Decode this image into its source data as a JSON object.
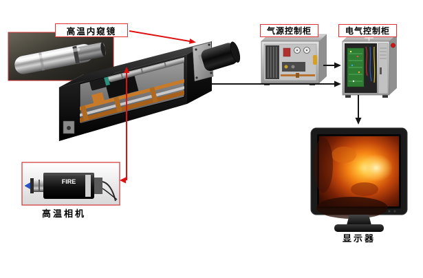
{
  "diagram": {
    "labels": {
      "endoscope": "高温内窥镜",
      "air_cabinet": "气源控制柜",
      "electric_cabinet": "电气控制柜",
      "camera": "高温相机",
      "monitor": "显示器"
    },
    "camera_body_text": "FIRE",
    "colors": {
      "callout_red": "#e01010",
      "connector_black": "#151515",
      "rail_orange": "#c87a28",
      "furnace_glow": "#f58414",
      "camera_arrow_blue": "#2653c9",
      "label_border_red": "#e03030"
    },
    "icons": {
      "red_arrowhead": "triangle-arrowhead",
      "black_arrowhead": "triangle-arrowhead",
      "blue_direction_arrow": "left-arrow"
    }
  }
}
